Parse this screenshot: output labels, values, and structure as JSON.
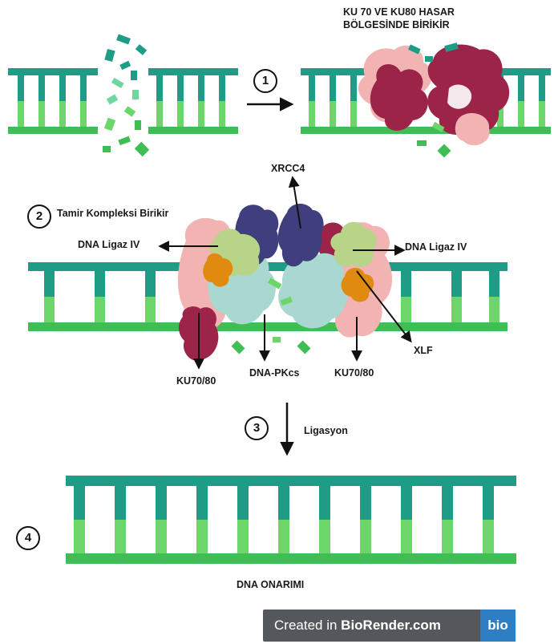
{
  "labels": {
    "ku_hasar": "KU 70 VE KU80 HASAR",
    "bolgesinde": "BÖLGESİNDE BİRİKİR",
    "xrcc4": "XRCC4",
    "tamir": "Tamir Kompleksi Birikir",
    "ligaz_left": "DNA Ligaz IV",
    "ligaz_right": "DNA Ligaz IV",
    "xlf": "XLF",
    "ku_left": "KU70/80",
    "dnapkcs": "DNA-PKcs",
    "ku_right": "KU70/80",
    "ligasyon": "Ligasyon",
    "onarim": "DNA ONARIMI"
  },
  "steps": [
    "1",
    "2",
    "3",
    "4"
  ],
  "watermark": {
    "prefix": "Created in ",
    "brand": "BioRender.com",
    "logo": "bio"
  },
  "colors": {
    "strand_top": "#1f9c86",
    "strand_bottom": "#3fbe55",
    "rung_top": "#1f9c86",
    "rung_bottom": "#6dd66b",
    "ku": "#9c2449",
    "ku_light": "#f2b3b3",
    "dnapkcs": "#a8d8cf",
    "xrcc4": "#3f3f7e",
    "ligase": "#b7d488",
    "xlf": "#e08a10"
  }
}
